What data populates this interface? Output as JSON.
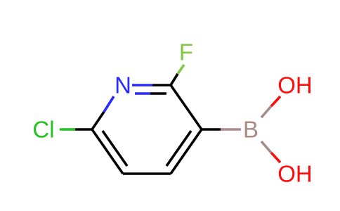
{
  "molecule": {
    "atoms": {
      "cl": {
        "symbol": "Cl",
        "color": "#23c41f"
      },
      "n": {
        "symbol": "N",
        "color": "#2a2aff"
      },
      "f": {
        "symbol": "F",
        "color": "#7fc844"
      },
      "b": {
        "symbol": "B",
        "color": "#a88a86"
      },
      "o1": {
        "symbol": "OH",
        "color": "#ff0d0d"
      },
      "o2": {
        "symbol": "OH",
        "color": "#ff0d0d"
      }
    },
    "bond_color": "#000000"
  }
}
